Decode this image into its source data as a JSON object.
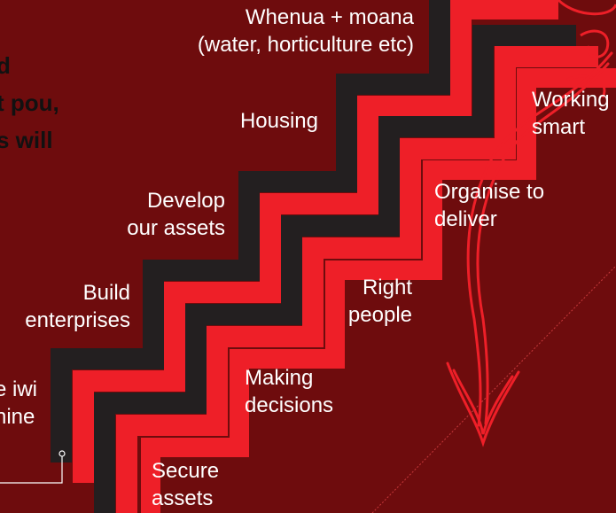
{
  "colors": {
    "background": "#6e0c0d",
    "stair_dark": "#231f20",
    "stair_red": "#ee1f28",
    "label_text": "#ffffff",
    "heading_text": "#111111"
  },
  "heading": {
    "line1": "d",
    "line2": "t pou,",
    "line3": "s will"
  },
  "labels": {
    "whenua": {
      "line1": "Whenua + moana",
      "line2": "(water, horticulture etc)"
    },
    "housing": {
      "line1": "Housing"
    },
    "develop": {
      "line1": "Develop",
      "line2": "our assets"
    },
    "build": {
      "line1": "Build",
      "line2": "enterprises"
    },
    "iwi": {
      "line1": "e iwi",
      "line2": "nine"
    },
    "working": {
      "line1": "Working",
      "line2": "smart"
    },
    "organise": {
      "line1": "Organise to",
      "line2": "deliver"
    },
    "right": {
      "line1": "Right",
      "line2": "people"
    },
    "making": {
      "line1": "Making",
      "line2": "decisions"
    },
    "secure": {
      "line1": "Secure",
      "line2": "assets"
    }
  },
  "icons": {
    "arrow": "hand-drawn-down-arrow-icon",
    "koru": "koru-swirl-icon"
  }
}
